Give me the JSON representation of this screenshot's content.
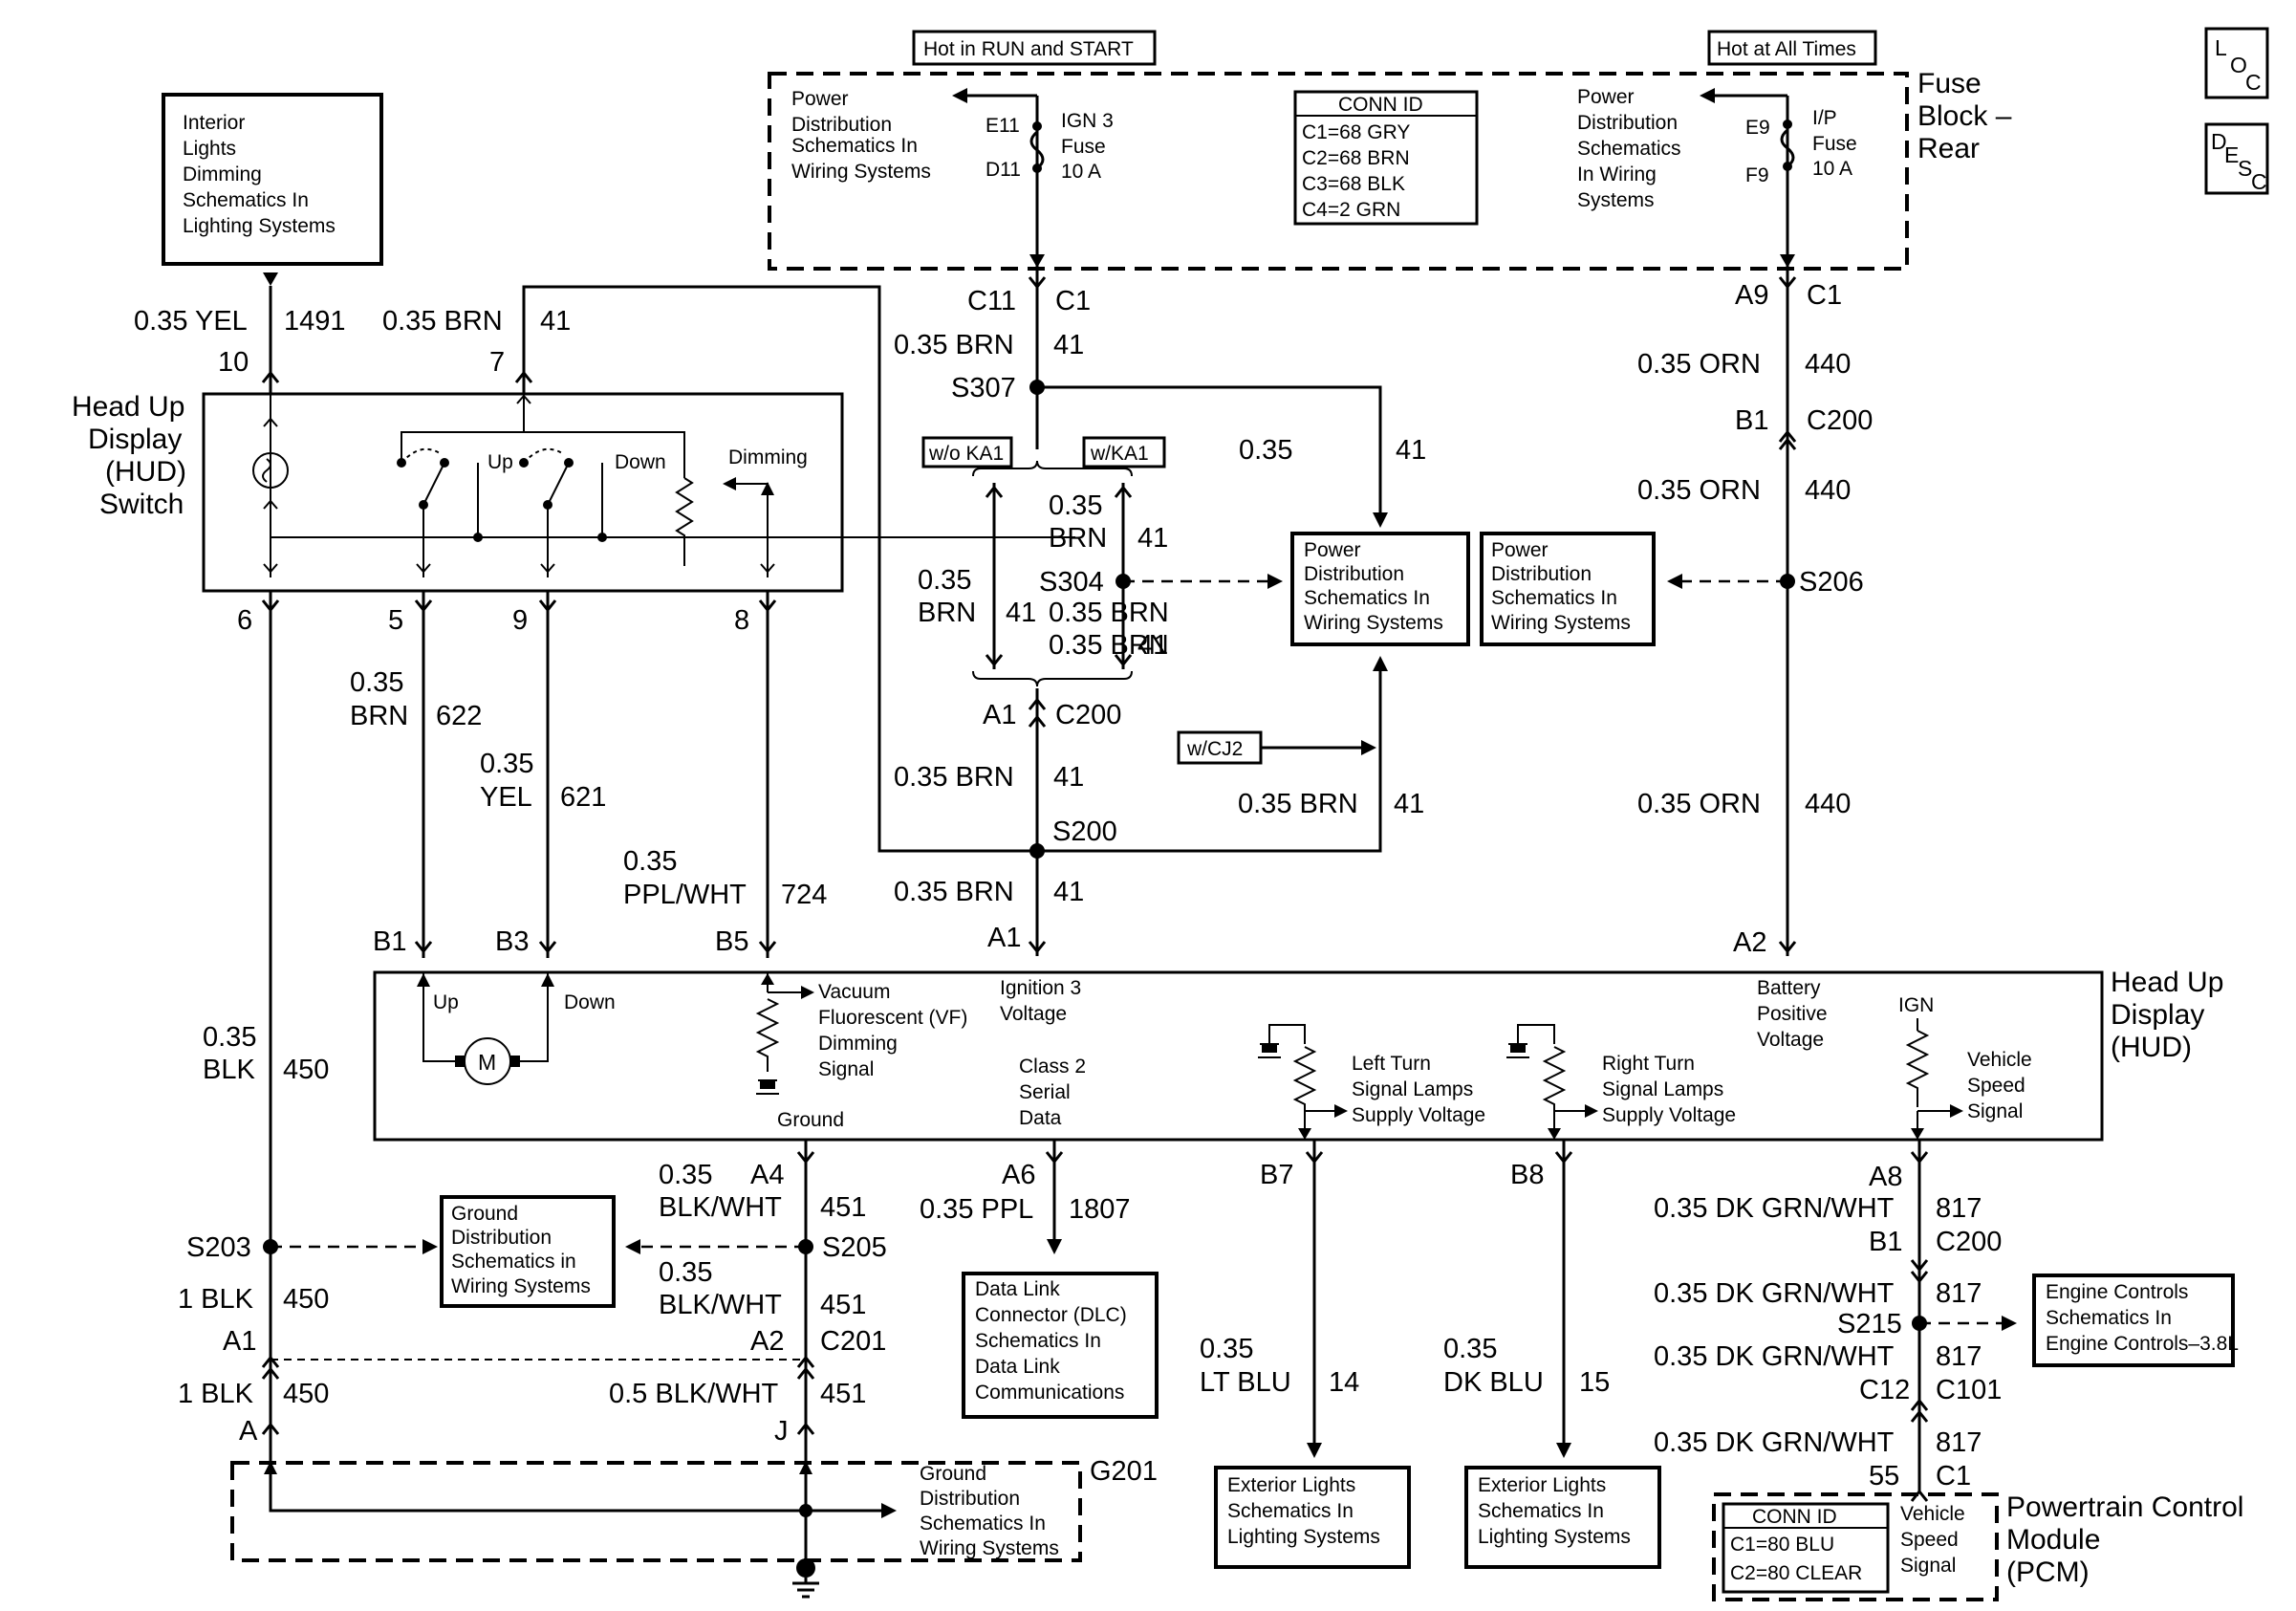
{
  "icons": {
    "loc": "LOC",
    "desc": "DESC"
  },
  "icon_text": {
    "loc_l": "L",
    "loc_o": "O",
    "loc_c": "C",
    "desc_d": "D",
    "desc_e": "E",
    "desc_s": "S",
    "desc_c": "C"
  },
  "hot_run": "Hot in RUN and START",
  "hot_all": "Hot at All Times",
  "fuse_block": [
    "Fuse",
    "Block –",
    "Rear"
  ],
  "pd_left": [
    "Power",
    "Distribution",
    "Schematics In",
    "Wiring Systems"
  ],
  "pd_right": [
    "Power",
    "Distribution",
    "Schematics",
    "In Wiring",
    "Systems"
  ],
  "ign3": {
    "top": "E11",
    "bot": "D11",
    "label": [
      "IGN 3",
      "Fuse",
      "10 A"
    ]
  },
  "ip": {
    "top": "E9",
    "bot": "F9",
    "label": [
      "I/P",
      "Fuse",
      "10 A"
    ]
  },
  "conn_id": {
    "title": "CONN ID",
    "rows": [
      "C1=68 GRY",
      "C2=68 BRN",
      "C3=68 BLK",
      "C4=2 GRN"
    ]
  },
  "interior": [
    "Interior",
    "Lights",
    "Dimming",
    "Schematics In",
    "Lighting Systems"
  ],
  "hud_switch": [
    "Head Up",
    "Display",
    "(HUD)",
    "Switch"
  ],
  "switch_labels": {
    "up": "Up",
    "down": "Down",
    "dimming": "Dimming"
  },
  "wires": {
    "w1491": [
      "0.35 YEL",
      "1491"
    ],
    "w41a": [
      "0.35 BRN",
      "41"
    ],
    "pin10": "10",
    "pin7": "7",
    "pin6": "6",
    "pin5": "5",
    "pin9": "9",
    "pin8": "8",
    "w622": [
      "0.35",
      "BRN",
      "622"
    ],
    "w621": [
      "0.35",
      "YEL",
      "621"
    ],
    "w724": [
      "0.35",
      "PPL/WHT",
      "724"
    ],
    "w450": [
      "0.35",
      "BLK",
      "450"
    ],
    "c11": "C11",
    "c1a": "C1",
    "w41b": [
      "0.35 BRN",
      "41"
    ],
    "s307": "S307",
    "wo_ka1": "w/o KA1",
    "w_ka1": "w/KA1",
    "w41c": [
      "0.35",
      "BRN",
      "41"
    ],
    "s304": "S304",
    "w41d": [
      "0.35",
      "BRN",
      "41"
    ],
    "w41e": [
      "0.35",
      "BRN",
      "41"
    ],
    "w41f": [
      "0.35 BRN",
      "41"
    ],
    "a1a": "A1",
    "c200a": "C200",
    "w41g": [
      "0.35 BRN",
      "41"
    ],
    "wcj2": "w/CJ2",
    "w41h": [
      "0.35 BRN",
      "41"
    ],
    "s200": "S200",
    "w41i": [
      "0.35 BRN",
      "41"
    ],
    "a9": "A9",
    "c1b": "C1",
    "w440a": [
      "0.35 ORN",
      "440"
    ],
    "b1a": "B1",
    "c200b": "C200",
    "w440b": [
      "0.35 ORN",
      "440"
    ],
    "s206": "S206",
    "w440c": [
      "0.35 ORN",
      "440"
    ],
    "b1": "B1",
    "b3": "B3",
    "b5": "B5",
    "a1b": "A1",
    "a2": "A2"
  },
  "pd_mid": [
    "Power",
    "Distribution",
    "Schematics In",
    "Wiring Systems"
  ],
  "pd_mid2": [
    "Power",
    "Distribution",
    "Schematics In",
    "Wiring Systems"
  ],
  "hud": {
    "title": [
      "Head Up",
      "Display",
      "(HUD)"
    ],
    "up": "Up",
    "down": "Down",
    "motor": "M",
    "vf": [
      "Vacuum",
      "Fluorescent (VF)",
      "Dimming",
      "Signal"
    ],
    "ground": "Ground",
    "ign3v": [
      "Ignition 3",
      "Voltage"
    ],
    "class2": [
      "Class 2",
      "Serial",
      "Data"
    ],
    "left_turn": [
      "Left Turn",
      "Signal Lamps",
      "Supply Voltage"
    ],
    "right_turn": [
      "Right Turn",
      "Signal Lamps",
      "Supply Voltage"
    ],
    "battery": [
      "Battery",
      "Positive",
      "Voltage"
    ],
    "ign": "IGN",
    "vss": [
      "Vehicle",
      "Speed",
      "Signal"
    ]
  },
  "lower": {
    "a4": "A4",
    "w451a": [
      "0.35",
      "BLK/WHT",
      "451"
    ],
    "s203": "S203",
    "s205": "S205",
    "w451b": [
      "0.35",
      "BLK/WHT",
      "451"
    ],
    "w450b": [
      "1 BLK",
      "450"
    ],
    "a1c": "A1",
    "a2b": "A2",
    "c201": "C201",
    "w450c": [
      "1 BLK",
      "450"
    ],
    "w451c": [
      "0.5 BLK/WHT",
      "451"
    ],
    "ga": "A",
    "gj": "J",
    "g201": "G201",
    "ground_dist": [
      "Ground",
      "Distribution",
      "Schematics in",
      "Wiring Systems"
    ],
    "ground_dist2": [
      "Ground",
      "Distribution",
      "Schematics In",
      "Wiring Systems"
    ],
    "a6": "A6",
    "w1807": [
      "0.35 PPL",
      "1807"
    ],
    "dlc": [
      "Data Link",
      "Connector (DLC)",
      "Schematics In",
      "Data Link",
      "Communications"
    ],
    "b7": "B7",
    "w14": [
      "0.35",
      "LT BLU",
      "14"
    ],
    "b8": "B8",
    "w15": [
      "0.35",
      "DK BLU",
      "15"
    ],
    "ext1": [
      "Exterior Lights",
      "Schematics In",
      "Lighting Systems"
    ],
    "ext2": [
      "Exterior Lights",
      "Schematics In",
      "Lighting Systems"
    ],
    "a8": "A8",
    "w817a": [
      "0.35 DK GRN/WHT",
      "817"
    ],
    "b1c": "B1",
    "c200c": "C200",
    "w817b": [
      "0.35 DK GRN/WHT",
      "817"
    ],
    "s215": "S215",
    "w817c": [
      "0.35 DK GRN/WHT",
      "817"
    ],
    "c12": "C12",
    "c101": "C101",
    "w817d": [
      "0.35 DK GRN/WHT",
      "817"
    ],
    "p55": "55",
    "c1c": "C1",
    "eng": [
      "Engine Controls",
      "Schematics In",
      "Engine Controls–3.8L"
    ],
    "pcm_conn": {
      "title": "CONN ID",
      "rows": [
        "C1=80 BLU",
        "C2=80 CLEAR"
      ]
    },
    "vss2": [
      "Vehicle",
      "Speed",
      "Signal"
    ],
    "pcm": [
      "Powertrain Control",
      "Module",
      "(PCM)"
    ]
  }
}
